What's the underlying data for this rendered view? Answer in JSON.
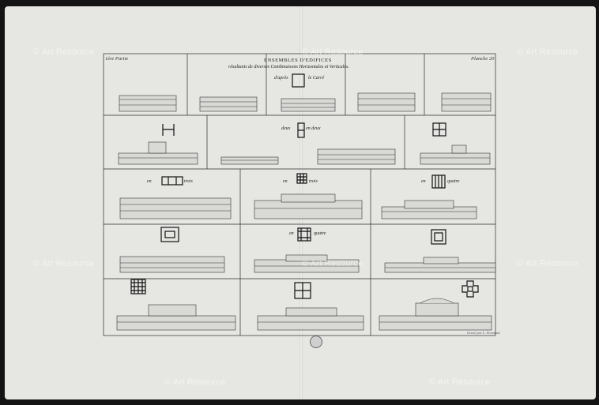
{
  "watermark": "© Art Resource",
  "plate": {
    "part_label": "1ère Partie",
    "plate_label": "Planche 20",
    "title": "ENSEMBLES D'EDIFICES",
    "subtitle": "résultants de diverses Combinaisons Horizontales et Verticales.",
    "signature": "Gravé par L. Normand"
  },
  "labels": {
    "row1_a": "d'après",
    "row1_b": "le Carré",
    "row2_a": "deux",
    "row2_b": "en deux",
    "row3_a": "en",
    "row3_b": "trois",
    "row3_c": "en",
    "row3_d": "trois",
    "row3_e": "en",
    "row3_f": "quatre",
    "row4_a": "en",
    "row4_b": "quatre"
  }
}
